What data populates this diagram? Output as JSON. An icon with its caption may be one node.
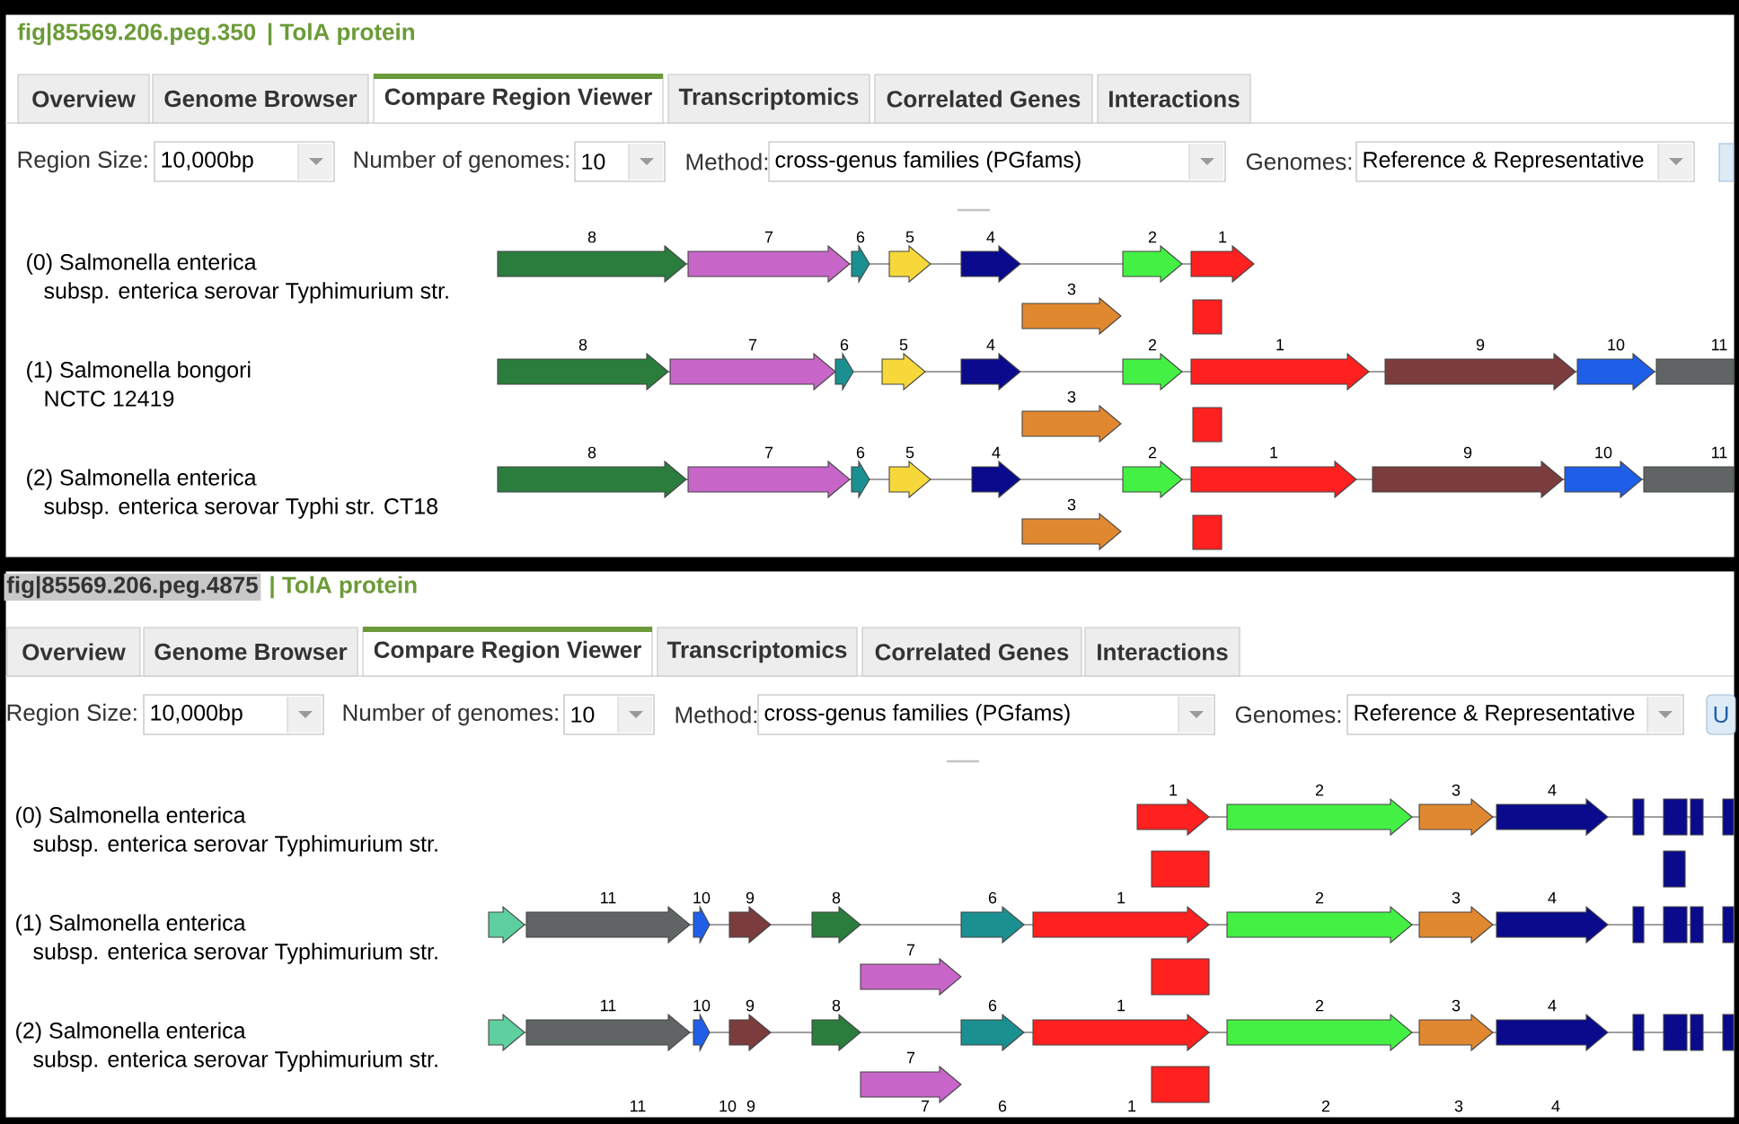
{
  "diagram": {
    "nodes": [
      {
        "text": [
          "fig|85569.206.peg.350",
          "| TolA protein"
        ]
      },
      {
        "text": [
          "Overview"
        ],
        "in": 0
      },
      {
        "text": [
          "Genome Browser"
        ],
        "in": 0
      },
      {
        "text": [
          "Compare Region Viewer"
        ],
        "in": 0
      },
      {
        "text": [
          "Transcriptomics"
        ],
        "in": 0
      },
      {
        "text": [
          "Correlated Genes"
        ],
        "in": 0
      },
      {
        "text": [
          "Interactions"
        ],
        "in": 0
      },
      {
        "text": [
          "10,000bp"
        ],
        "in": 0
      },
      {
        "text": [
          "10"
        ],
        "in": 0
      },
      {
        "text": [
          "cross-genus families (PGfams)"
        ],
        "in": 0
      },
      {
        "text": [
          "Reference & Representative"
        ],
        "in": 0
      },
      {
        "text": [
          "8"
        ],
        "in": 0
      },
      {
        "text": [
          "7"
        ],
        "in": 0
      },
      {
        "text": [
          "6"
        ],
        "in": 0
      },
      {
        "text": [
          "5"
        ],
        "in": 0
      },
      {
        "text": [
          "4"
        ],
        "in": 0
      },
      {
        "text": [
          "2"
        ],
        "in": 0
      },
      {
        "text": [
          "1"
        ],
        "in": 0
      },
      {
        "text": [
          "3"
        ],
        "in": 0
      },
      {
        "text": [],
        "shape": "box",
        "in": 0
      },
      {
        "text": [
          "8"
        ],
        "in": 0
      },
      {
        "text": [
          "7"
        ],
        "in": 0
      },
      {
        "text": [
          "6"
        ],
        "in": 0
      },
      {
        "text": [
          "5"
        ],
        "in": 0
      },
      {
        "text": [
          "4"
        ],
        "in": 0
      },
      {
        "text": [
          "2"
        ],
        "in": 0
      },
      {
        "text": [
          "1"
        ],
        "in": 0
      },
      {
        "text": [
          "9"
        ],
        "in": 0
      },
      {
        "text": [
          "10"
        ],
        "in": 0
      },
      {
        "text": [
          "11"
        ],
        "in": 0
      },
      {
        "text": [
          "3"
        ],
        "in": 0
      },
      {
        "text": [],
        "shape": "box",
        "in": 0
      },
      {
        "text": [
          "8"
        ],
        "in": 0
      },
      {
        "text": [
          "7"
        ],
        "in": 0
      },
      {
        "text": [
          "6"
        ],
        "in": 0
      },
      {
        "text": [
          "5"
        ],
        "in": 0
      },
      {
        "text": [
          "4"
        ],
        "in": 0
      },
      {
        "text": [
          "2"
        ],
        "in": 0
      },
      {
        "text": [
          "1"
        ],
        "in": 0
      },
      {
        "text": [
          "9"
        ],
        "in": 0
      },
      {
        "text": [
          "10"
        ],
        "in": 0
      },
      {
        "text": [
          "11"
        ],
        "in": 0
      },
      {
        "text": [
          "3"
        ],
        "in": 0
      },
      {
        "text": [],
        "shape": "box",
        "in": 0
      },
      {
        "text": [
          "fig|85569.206.peg.4875",
          "| TolA protein"
        ]
      },
      {
        "text": [
          "Overview"
        ],
        "in": 44
      },
      {
        "text": [
          "Genome Browser"
        ],
        "in": 44
      },
      {
        "text": [
          "Compare Region Viewer"
        ],
        "in": 44
      },
      {
        "text": [
          "Transcriptomics"
        ],
        "in": 44
      },
      {
        "text": [
          "Correlated Genes"
        ],
        "in": 44
      },
      {
        "text": [
          "Interactions"
        ],
        "in": 44
      },
      {
        "text": [
          "10,000bp"
        ],
        "in": 44
      },
      {
        "text": [
          "10"
        ],
        "in": 44
      },
      {
        "text": [
          "cross-genus families (PGfams)"
        ],
        "in": 44
      },
      {
        "text": [
          "Reference & Representative"
        ],
        "in": 44
      },
      {
        "text": [
          "U"
        ],
        "in": 44
      },
      {
        "text": [
          "1"
        ],
        "in": 44
      },
      {
        "text": [
          "2"
        ],
        "in": 44
      },
      {
        "text": [
          "3"
        ],
        "in": 44
      },
      {
        "text": [
          "4"
        ],
        "in": 44
      },
      {
        "text": [],
        "shape": "bar",
        "in": 44
      },
      {
        "text": [],
        "shape": "bar",
        "in": 44
      },
      {
        "text": [],
        "shape": "bar",
        "in": 44
      },
      {
        "text": [],
        "shape": "bar",
        "in": 44
      },
      {
        "text": [],
        "shape": "box",
        "in": 44
      },
      {
        "text": [],
        "shape": "box",
        "in": 44
      },
      {
        "text": [],
        "shape": "arrow",
        "in": 44
      },
      {
        "text": [
          "11"
        ],
        "in": 44
      },
      {
        "text": [
          "10"
        ],
        "in": 44
      },
      {
        "text": [
          "9"
        ],
        "in": 44
      },
      {
        "text": [
          "8"
        ],
        "in": 44
      },
      {
        "text": [
          "6"
        ],
        "in": 44
      },
      {
        "text": [
          "1"
        ],
        "in": 44
      },
      {
        "text": [
          "2"
        ],
        "in": 44
      },
      {
        "text": [
          "3"
        ],
        "in": 44
      },
      {
        "text": [
          "4"
        ],
        "in": 44
      },
      {
        "text": [],
        "shape": "bar",
        "in": 44
      },
      {
        "text": [],
        "shape": "bar",
        "in": 44
      },
      {
        "text": [],
        "shape": "bar",
        "in": 44
      },
      {
        "text": [],
        "shape": "bar",
        "in": 44
      },
      {
        "text": [
          "7"
        ],
        "in": 44
      },
      {
        "text": [],
        "shape": "box",
        "in": 44
      },
      {
        "text": [],
        "shape": "arrow",
        "in": 44
      },
      {
        "text": [
          "11"
        ],
        "in": 44
      },
      {
        "text": [
          "10"
        ],
        "in": 44
      },
      {
        "text": [
          "9"
        ],
        "in": 44
      },
      {
        "text": [
          "8"
        ],
        "in": 44
      },
      {
        "text": [
          "6"
        ],
        "in": 44
      },
      {
        "text": [
          "1"
        ],
        "in": 44
      },
      {
        "text": [
          "2"
        ],
        "in": 44
      },
      {
        "text": [
          "3"
        ],
        "in": 44
      },
      {
        "text": [
          "4"
        ],
        "in": 44
      },
      {
        "text": [],
        "shape": "bar",
        "in": 44
      },
      {
        "text": [],
        "shape": "bar",
        "in": 44
      },
      {
        "text": [],
        "shape": "bar",
        "in": 44
      },
      {
        "text": [],
        "shape": "bar",
        "in": 44
      },
      {
        "text": [
          "7"
        ],
        "in": 44
      },
      {
        "text": [],
        "shape": "box",
        "in": 44
      }
    ],
    "labels": [
      "Region Size:",
      "Number of genomes:",
      "Method:",
      "Genomes:",
      "(0) Salmonella enterica",
      "subsp. enterica serovar Typhimurium str.",
      "(1) Salmonella bongori",
      "NCTC 12419",
      "(2) Salmonella enterica",
      "subsp. enterica serovar Typhi str. CT18",
      "Region Size:",
      "Number of genomes:",
      "Method:",
      "Genomes:",
      "(0) Salmonella enterica",
      "subsp. enterica serovar Typhimurium str.",
      "(1) Salmonella enterica",
      "subsp. enterica serovar Typhimurium str.",
      "(2) Salmonella enterica",
      "subsp. enterica serovar Typhimurium str.",
      "11",
      "10",
      "9",
      "7",
      "6",
      "1",
      "2",
      "3",
      "4"
    ]
  }
}
